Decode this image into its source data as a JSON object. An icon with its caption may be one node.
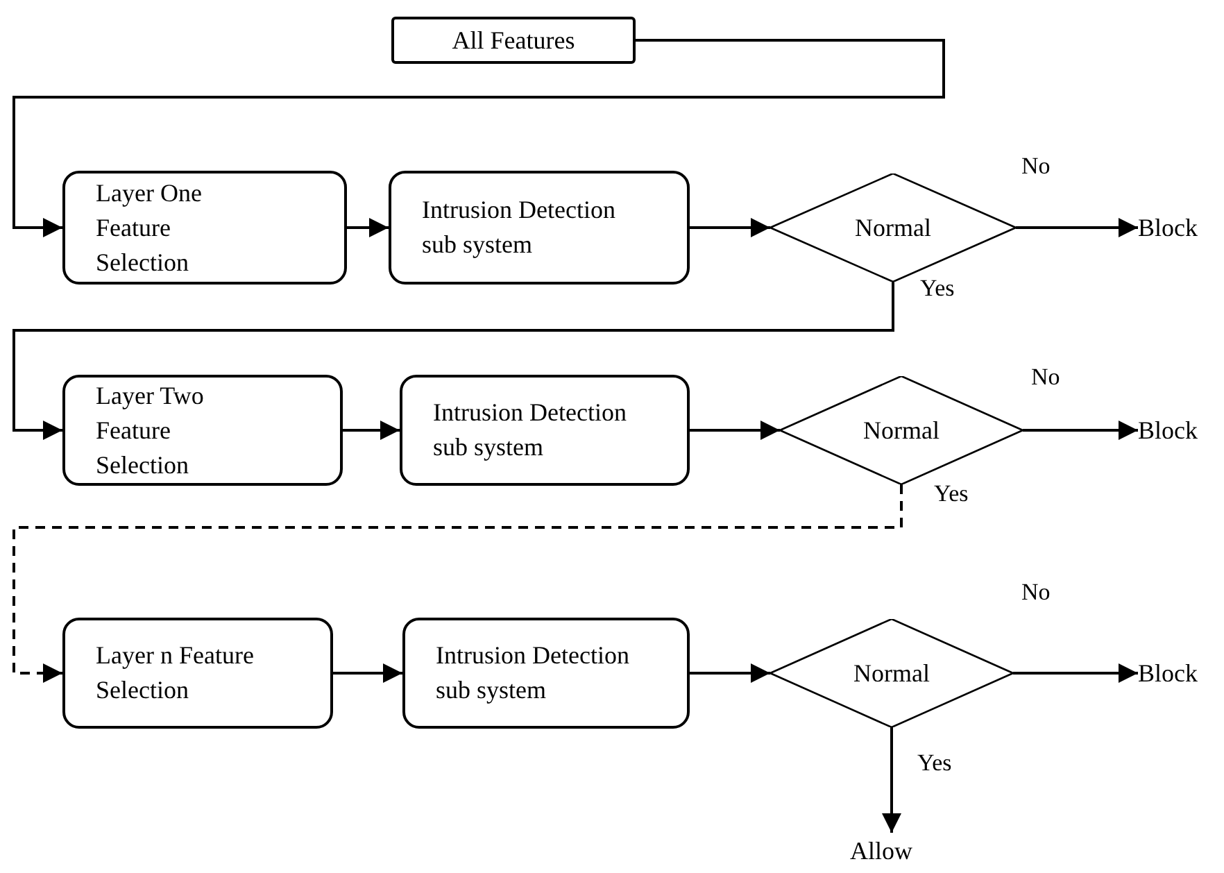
{
  "diagram": {
    "nodes": [
      {
        "text": [
          "All Features"
        ]
      },
      {
        "text": [
          "Layer One Feature Selection"
        ]
      },
      {
        "text": [
          "Intrusion Detection sub system"
        ]
      },
      {
        "text": [
          "Normal"
        ]
      },
      {
        "text": [
          "Block"
        ]
      },
      {
        "text": [
          "Layer Two Feature Selection"
        ]
      },
      {
        "text": [
          "Intrusion Detection sub system"
        ]
      },
      {
        "text": [
          "Normal"
        ]
      },
      {
        "text": [
          "Block"
        ]
      },
      {
        "text": [
          "Layer n Feature Selection"
        ]
      },
      {
        "text": [
          "Intrusion Detection sub system"
        ]
      },
      {
        "text": [
          "Normal"
        ]
      },
      {
        "text": [
          "Block"
        ]
      },
      {
        "text": [
          "Allow"
        ]
      }
    ],
    "edges": [
      {
        "from": 0,
        "to": 1,
        "arrow": "to"
      },
      {
        "from": 1,
        "to": 2,
        "arrow": "to"
      },
      {
        "from": 2,
        "to": 3,
        "arrow": "to"
      },
      {
        "from": 3,
        "to": 4,
        "arrow": "to",
        "label": "No"
      },
      {
        "from": 3,
        "to": 5,
        "arrow": "to",
        "label": "Yes"
      },
      {
        "from": 5,
        "to": 6,
        "arrow": "to"
      },
      {
        "from": 6,
        "to": 7,
        "arrow": "to"
      },
      {
        "from": 7,
        "to": 8,
        "arrow": "to",
        "label": "No"
      },
      {
        "from": 7,
        "to": 9,
        "arrow": "to",
        "label": "Yes",
        "style": "dashed"
      },
      {
        "from": 9,
        "to": 10,
        "arrow": "to"
      },
      {
        "from": 10,
        "to": 11,
        "arrow": "to"
      },
      {
        "from": 11,
        "to": 12,
        "arrow": "to",
        "label": "No"
      },
      {
        "from": 11,
        "to": 13,
        "arrow": "to",
        "label": "Yes"
      }
    ]
  }
}
